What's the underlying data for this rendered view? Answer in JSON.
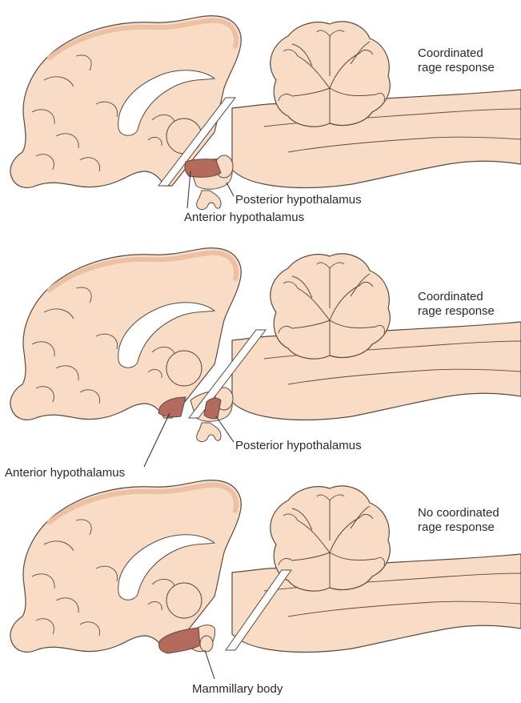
{
  "panels": [
    {
      "outcome": [
        "Coordinated",
        "rage response"
      ],
      "labels": {
        "posterior": "Posterior hypothalamus",
        "anterior": "Anterior hypothalamus"
      }
    },
    {
      "outcome": [
        "Coordinated",
        "rage response"
      ],
      "labels": {
        "posterior": "Posterior hypothalamus",
        "anterior": "Anterior hypothalamus"
      }
    },
    {
      "outcome": [
        "No coordinated",
        "rage response"
      ],
      "labels": {
        "mammillary": "Mammillary body"
      }
    }
  ],
  "colors": {
    "tissue": "#f8dcc5",
    "tissue_shade": "#ebc0a4",
    "outline": "#5a4a40",
    "hypothalamus": "#b56a5e"
  }
}
